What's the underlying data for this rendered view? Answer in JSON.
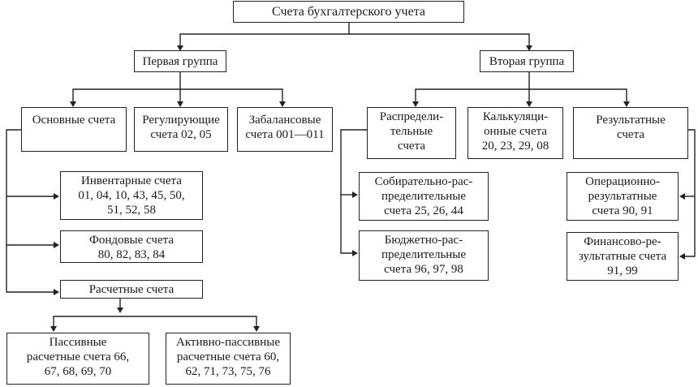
{
  "diagram": {
    "root": "Счета бухгалтерского учета",
    "group1": "Первая группа",
    "group2": "Вторая группа",
    "basic": "Основные счета",
    "regulating": "Регулирующие\nсчета 02, 05",
    "offbalance": "Забалансовые\nсчета 001—011",
    "inventory": "Инвентарные счета\n01, 04, 10, 43, 45, 50,\n51, 52, 58",
    "fund": "Фондовые счета\n80, 82, 83, 84",
    "settlement": "Расчетные счета",
    "passive": "Пассивные\nрасчетные счета 66,\n67, 68, 69, 70",
    "active_passive": "Активно-пассивные\nрасчетные счета 60,\n62, 71, 73, 75, 76",
    "distributive": "Распредели-\nтельные\nсчета",
    "calculating": "Калькуляци-\nонные счета\n20, 23, 29, 08",
    "result": "Результатные\nсчета",
    "collective": "Собирательно-рас-\nпределительные\nсчета 25, 26, 44",
    "budget": "Бюджетно-рас-\nпределительные\nсчета 96, 97, 98",
    "operational": "Операционно-\nрезультатные\nсчета 90, 91",
    "financial": "Финансово-ре-\nзультатные счета\n91, 99"
  }
}
